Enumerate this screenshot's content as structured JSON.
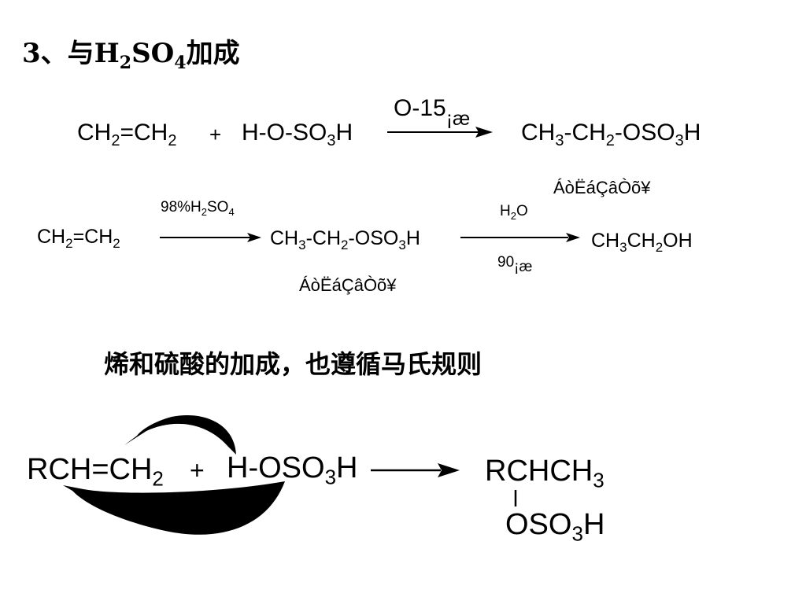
{
  "title": {
    "num": "3、与",
    "h": "H",
    "s1": "2",
    "so": "SO",
    "s2": "4",
    "rest": "加成"
  },
  "reaction1": {
    "r1a": "CH",
    "r1b": "2",
    "r1c": "=CH",
    "r1d": "2",
    "plus": "+",
    "r2": "H-O-SO",
    "r2b": "3",
    "r2c": "H",
    "cond_a": "O-15",
    "cond_b": "¡æ",
    "pa": "CH",
    "pb": "3",
    "pc": "-CH",
    "pd": "2",
    "pe": "-OSO",
    "pf": "3",
    "pg": "H",
    "product_note": "ÁòËáÇâÒõ¥"
  },
  "reaction2": {
    "r1a": "CH",
    "r1b": "2",
    "r1c": "=CH",
    "r1d": "2",
    "ca": "98%H",
    "cb": "2",
    "cc": "SO",
    "cd": "4",
    "ia": "CH",
    "ib": "3",
    "ic": "-CH",
    "id": "2",
    "ie": "-OSO",
    "if": "3",
    "ig": "H",
    "intermediate_note": "ÁòËáÇâÒõ¥",
    "c2a": "H",
    "c2b": "2",
    "c2c": "O",
    "c3a": "90",
    "c3b": "¡æ",
    "fa": "CH",
    "fb": "3",
    "fc": "CH",
    "fd": "2",
    "fe": "OH"
  },
  "rule_text": "烯和硫酸的加成，也遵循马氏规则",
  "reaction3": {
    "ra": "RCH=CH",
    "rb": "2",
    "plus": "+",
    "ha": "H-OSO",
    "hb": "3",
    "hc": "H",
    "pa": "RCHCH",
    "pb": "3",
    "sa": "OSO",
    "sb": "3",
    "sc": "H"
  }
}
